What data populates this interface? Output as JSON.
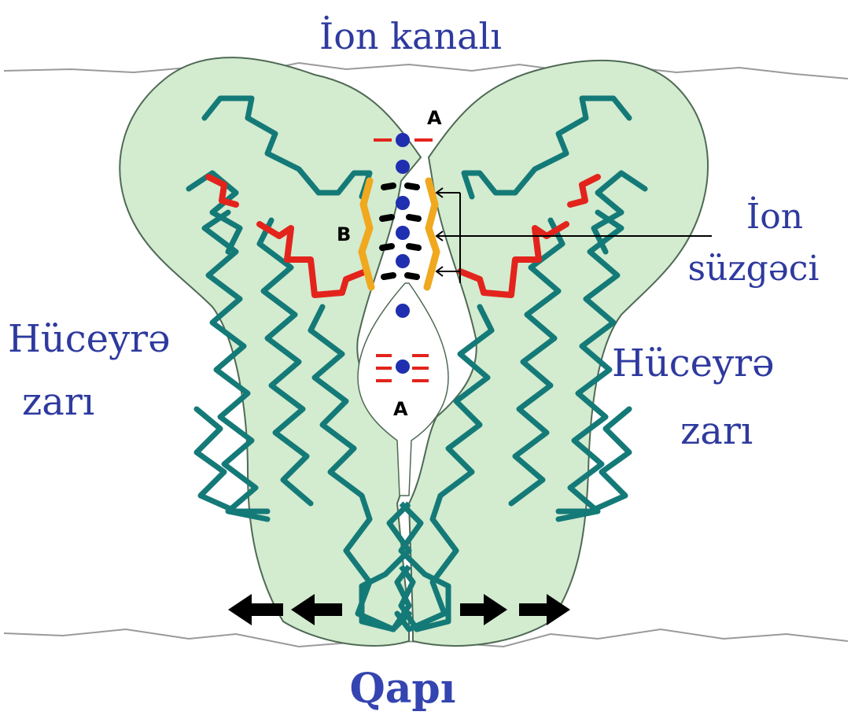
{
  "labels": {
    "title": "İon kanalı",
    "filter_line1": "İon",
    "filter_line2": "süzgəci",
    "membrane_left_line1": "Hüceyrə",
    "membrane_left_line2": "zarı",
    "membrane_right_line1": "Hüceyrə",
    "membrane_right_line2": "zarı",
    "gate": "Qapı",
    "marker_a_top": "A",
    "marker_a_bottom": "A",
    "marker_b": "B"
  },
  "colors": {
    "protein_fill": "#d3ebcf",
    "protein_stroke": "#4f6a55",
    "helix": "#147a78",
    "loop_red": "#e3241c",
    "filter_orange": "#f0a81e",
    "ion": "#1f2fb0",
    "water_red": "#e3241c",
    "carbonyl": "#000000",
    "label_blue": "#2e3a9e",
    "arrow": "#000000"
  },
  "icons": {
    "gate_arrows": "double-arrow-outward-icon"
  }
}
